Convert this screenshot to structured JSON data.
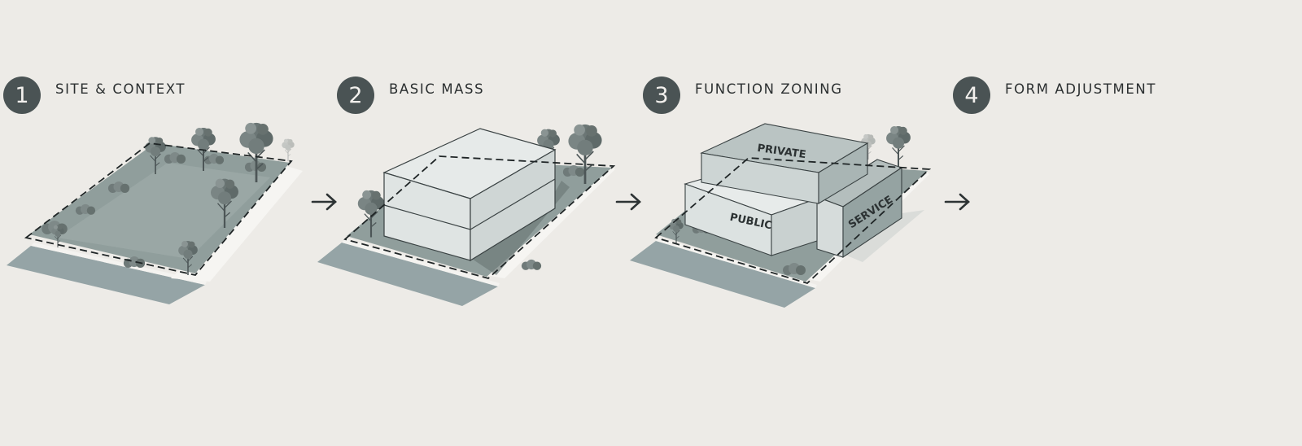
{
  "steps": [
    {
      "number": "1",
      "title": "SITE & CONTEXT"
    },
    {
      "number": "2",
      "title": "BASIC MASS"
    },
    {
      "number": "3",
      "title": "FUNCTION ZONING"
    },
    {
      "number": "4",
      "title": "FORM ADJUSTMENT"
    }
  ],
  "zones": {
    "private": "PRIVATE",
    "public": "PUBLIC",
    "service": "SERVICE"
  },
  "arrow_glyph": "→",
  "colors": {
    "background": "#edebe7",
    "badge": "#4a5354",
    "site_green": "#8e9c9a",
    "road": "#95a4a6",
    "mass_light": "#e4e8e7",
    "zone_roof": "#b8c2c1"
  }
}
